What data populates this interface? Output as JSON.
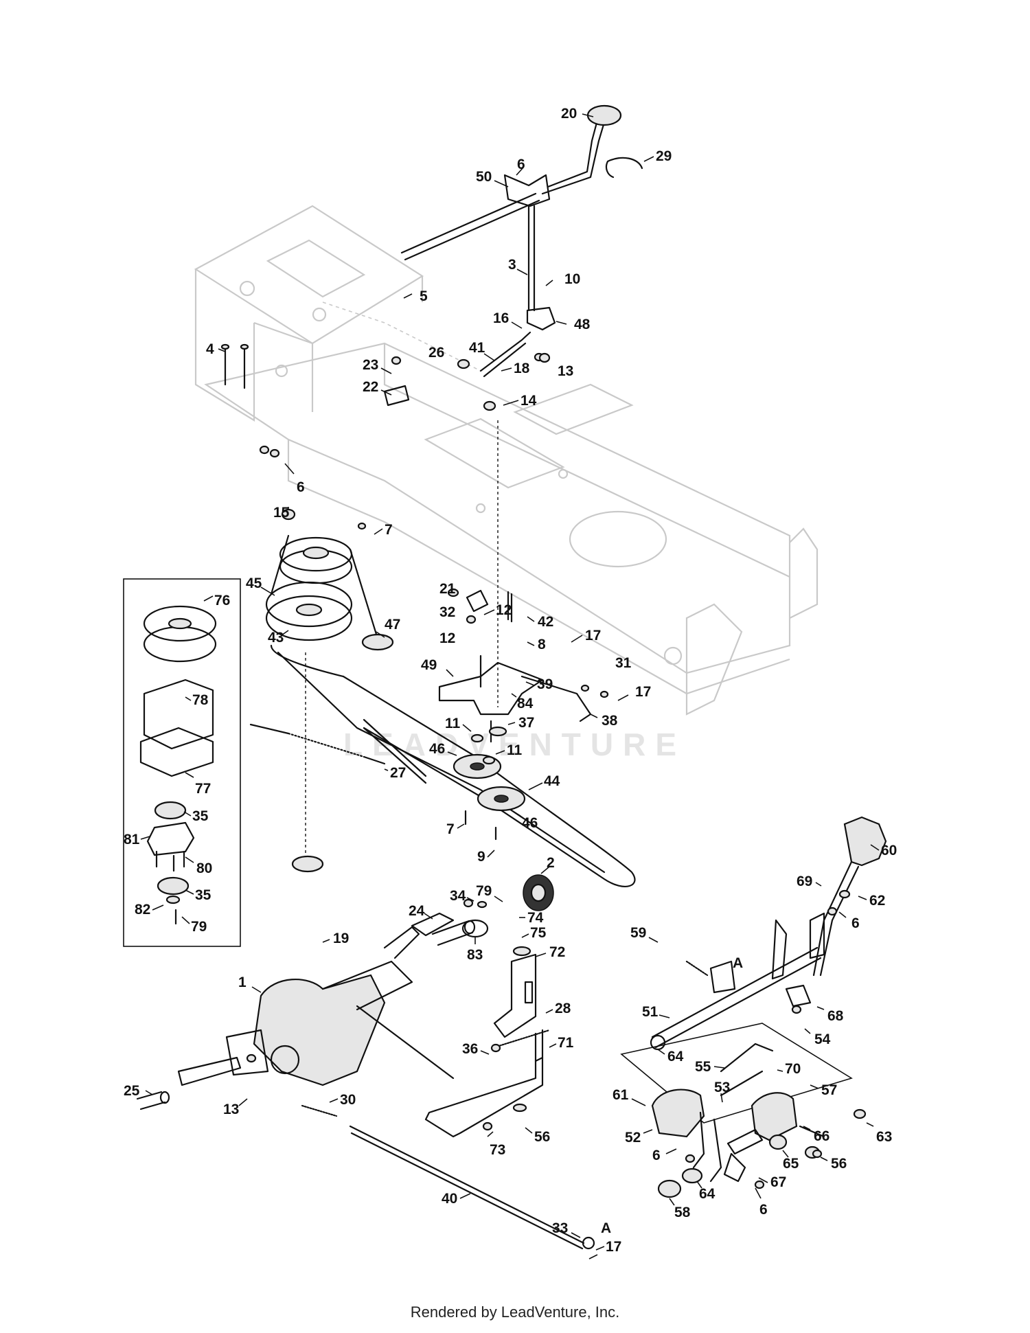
{
  "footer": {
    "text": "Rendered by LeadVenture, Inc."
  },
  "watermark": {
    "text": "LEADVENTURE"
  },
  "callouts": [
    {
      "id": "20",
      "label": "20"
    },
    {
      "id": "29",
      "label": "29"
    },
    {
      "id": "6a",
      "label": "6"
    },
    {
      "id": "50",
      "label": "50"
    },
    {
      "id": "3",
      "label": "3"
    },
    {
      "id": "10",
      "label": "10"
    },
    {
      "id": "5",
      "label": "5"
    },
    {
      "id": "48",
      "label": "48"
    },
    {
      "id": "16",
      "label": "16"
    },
    {
      "id": "4",
      "label": "4"
    },
    {
      "id": "26",
      "label": "26"
    },
    {
      "id": "41",
      "label": "41"
    },
    {
      "id": "13a",
      "label": "13"
    },
    {
      "id": "18",
      "label": "18"
    },
    {
      "id": "23",
      "label": "23"
    },
    {
      "id": "22",
      "label": "22"
    },
    {
      "id": "14",
      "label": "14"
    },
    {
      "id": "6b",
      "label": "6"
    },
    {
      "id": "15",
      "label": "15"
    },
    {
      "id": "7a",
      "label": "7"
    },
    {
      "id": "76",
      "label": "76"
    },
    {
      "id": "45",
      "label": "45"
    },
    {
      "id": "21",
      "label": "21"
    },
    {
      "id": "32",
      "label": "32"
    },
    {
      "id": "12a",
      "label": "12"
    },
    {
      "id": "42",
      "label": "42"
    },
    {
      "id": "47",
      "label": "47"
    },
    {
      "id": "43",
      "label": "43"
    },
    {
      "id": "12b",
      "label": "12"
    },
    {
      "id": "8",
      "label": "8"
    },
    {
      "id": "17a",
      "label": "17"
    },
    {
      "id": "31",
      "label": "31"
    },
    {
      "id": "49",
      "label": "49"
    },
    {
      "id": "39",
      "label": "39"
    },
    {
      "id": "17b",
      "label": "17"
    },
    {
      "id": "78",
      "label": "78"
    },
    {
      "id": "84",
      "label": "84"
    },
    {
      "id": "38",
      "label": "38"
    },
    {
      "id": "11a",
      "label": "11"
    },
    {
      "id": "37",
      "label": "37"
    },
    {
      "id": "46a",
      "label": "46"
    },
    {
      "id": "11b",
      "label": "11"
    },
    {
      "id": "27",
      "label": "27"
    },
    {
      "id": "44",
      "label": "44"
    },
    {
      "id": "77",
      "label": "77"
    },
    {
      "id": "35a",
      "label": "35"
    },
    {
      "id": "7b",
      "label": "7"
    },
    {
      "id": "46b",
      "label": "46"
    },
    {
      "id": "81",
      "label": "81"
    },
    {
      "id": "80",
      "label": "80"
    },
    {
      "id": "9",
      "label": "9"
    },
    {
      "id": "60",
      "label": "60"
    },
    {
      "id": "2",
      "label": "2"
    },
    {
      "id": "35b",
      "label": "35"
    },
    {
      "id": "79a",
      "label": "79"
    },
    {
      "id": "69",
      "label": "69"
    },
    {
      "id": "62",
      "label": "62"
    },
    {
      "id": "82",
      "label": "82"
    },
    {
      "id": "34",
      "label": "34"
    },
    {
      "id": "74",
      "label": "74"
    },
    {
      "id": "24",
      "label": "24"
    },
    {
      "id": "6c",
      "label": "6"
    },
    {
      "id": "79b",
      "label": "79"
    },
    {
      "id": "75",
      "label": "75"
    },
    {
      "id": "83",
      "label": "83"
    },
    {
      "id": "19",
      "label": "19"
    },
    {
      "id": "59",
      "label": "59"
    },
    {
      "id": "72",
      "label": "72"
    },
    {
      "id": "A1",
      "label": "A"
    },
    {
      "id": "1",
      "label": "1"
    },
    {
      "id": "28",
      "label": "28"
    },
    {
      "id": "68",
      "label": "68"
    },
    {
      "id": "51",
      "label": "51"
    },
    {
      "id": "54",
      "label": "54"
    },
    {
      "id": "64a",
      "label": "64"
    },
    {
      "id": "36",
      "label": "36"
    },
    {
      "id": "71",
      "label": "71"
    },
    {
      "id": "55",
      "label": "55"
    },
    {
      "id": "70",
      "label": "70"
    },
    {
      "id": "57",
      "label": "57"
    },
    {
      "id": "25",
      "label": "25"
    },
    {
      "id": "30",
      "label": "30"
    },
    {
      "id": "13b",
      "label": "13"
    },
    {
      "id": "61",
      "label": "61"
    },
    {
      "id": "53",
      "label": "53"
    },
    {
      "id": "52",
      "label": "52"
    },
    {
      "id": "66",
      "label": "66"
    },
    {
      "id": "63",
      "label": "63"
    },
    {
      "id": "56a",
      "label": "56"
    },
    {
      "id": "73",
      "label": "73"
    },
    {
      "id": "6d",
      "label": "6"
    },
    {
      "id": "65",
      "label": "65"
    },
    {
      "id": "56b",
      "label": "56"
    },
    {
      "id": "64b",
      "label": "64"
    },
    {
      "id": "67",
      "label": "67"
    },
    {
      "id": "58",
      "label": "58"
    },
    {
      "id": "40",
      "label": "40"
    },
    {
      "id": "33",
      "label": "33"
    },
    {
      "id": "A2",
      "label": "A"
    },
    {
      "id": "6e",
      "label": "6"
    },
    {
      "id": "17c",
      "label": "17"
    }
  ]
}
